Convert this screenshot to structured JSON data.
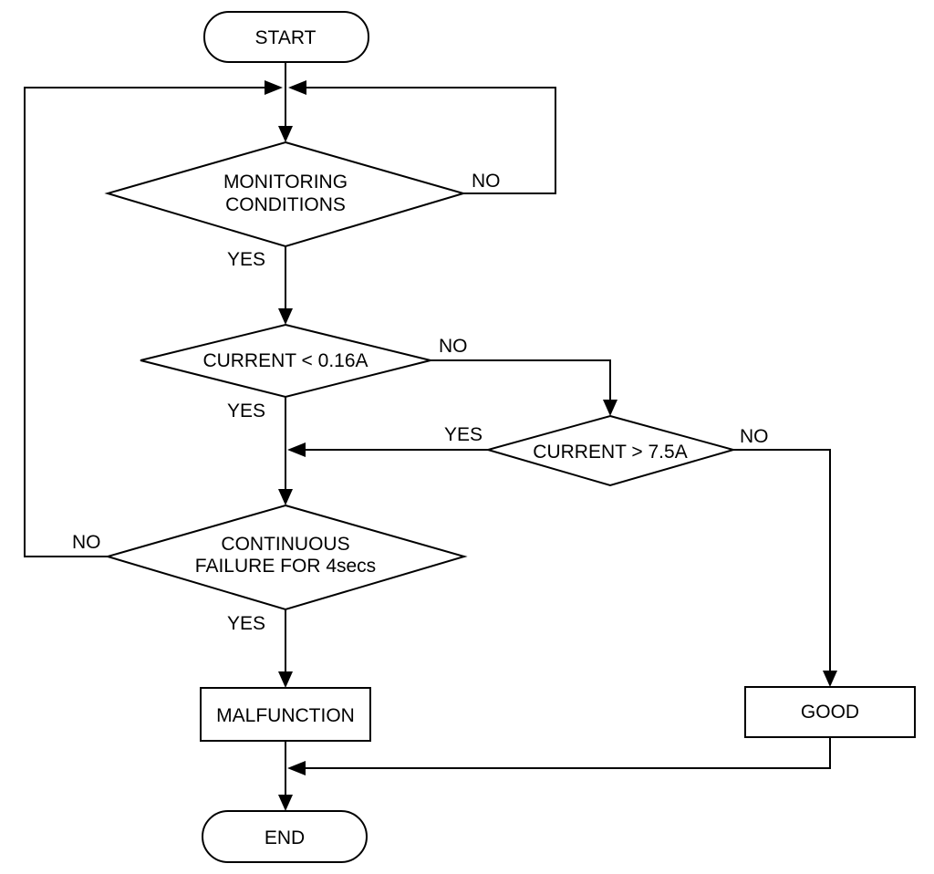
{
  "nodes": {
    "start": "START",
    "monitoring_line1": "MONITORING",
    "monitoring_line2": "CONDITIONS",
    "current_low": "CURRENT < 0.16A",
    "current_high": "CURRENT > 7.5A",
    "continuous_line1": "CONTINUOUS",
    "continuous_line2": "FAILURE FOR 4secs",
    "malfunction": "MALFUNCTION",
    "good": "GOOD",
    "end": "END"
  },
  "labels": {
    "monitoring_no": "NO",
    "monitoring_yes": "YES",
    "current_low_no": "NO",
    "current_low_yes": "YES",
    "current_high_yes": "YES",
    "current_high_no": "NO",
    "continuous_no": "NO",
    "continuous_yes": "YES"
  }
}
